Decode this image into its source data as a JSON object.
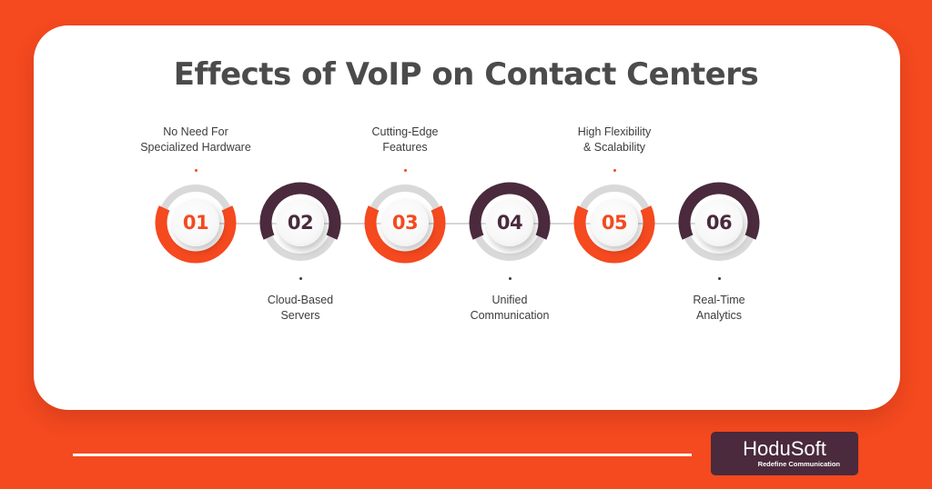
{
  "title": "Effects of VoIP on Contact Centers",
  "colors": {
    "accent": "#f5491f",
    "secondary": "#4a2a3c",
    "card": "#ffffff",
    "ring_light": "#d9d9d9"
  },
  "steps": [
    {
      "number": "01",
      "label_line1": "No Need For",
      "label_line2": "Specialized Hardware",
      "position": "above",
      "theme": "orange"
    },
    {
      "number": "02",
      "label_line1": "Cloud-Based",
      "label_line2": "Servers",
      "position": "below",
      "theme": "purple"
    },
    {
      "number": "03",
      "label_line1": "Cutting-Edge",
      "label_line2": "Features",
      "position": "above",
      "theme": "orange"
    },
    {
      "number": "04",
      "label_line1": "Unified",
      "label_line2": "Communication",
      "position": "below",
      "theme": "purple"
    },
    {
      "number": "05",
      "label_line1": "High Flexibility",
      "label_line2": "& Scalability",
      "position": "above",
      "theme": "orange"
    },
    {
      "number": "06",
      "label_line1": "Real-Time",
      "label_line2": "Analytics",
      "position": "below",
      "theme": "purple"
    }
  ],
  "logo": {
    "name": "HoduSoft",
    "tagline": "Redefine Communication"
  }
}
